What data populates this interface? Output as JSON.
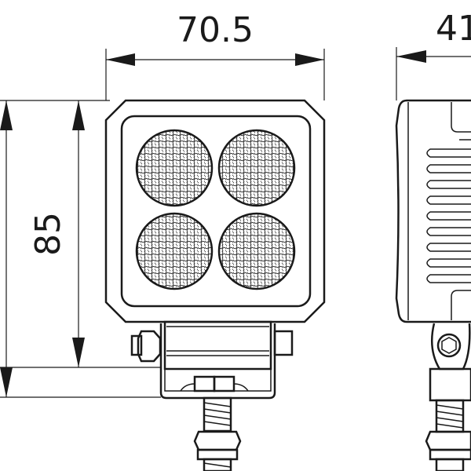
{
  "dimensions": {
    "width_label": "70.5",
    "height_label": "85",
    "depth_label": "41"
  },
  "colors": {
    "line": "#1a1a1a",
    "background": "#ffffff"
  }
}
